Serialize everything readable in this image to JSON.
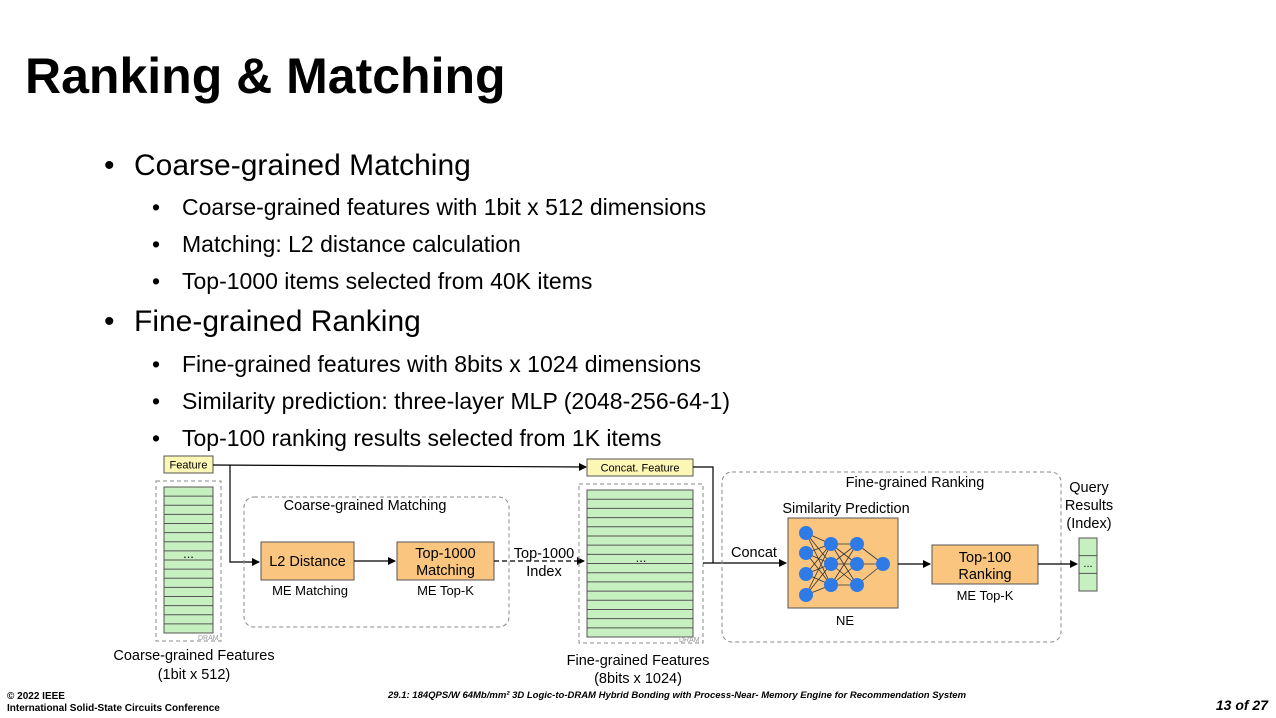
{
  "slide": {
    "title": "Ranking & Matching"
  },
  "bullets": [
    {
      "text": "Coarse-grained Matching",
      "sub": [
        "Coarse-grained features with 1bit x 512 dimensions",
        "Matching: L2 distance calculation",
        "Top-1000 items selected from 40K items"
      ]
    },
    {
      "text": "Fine-grained Ranking",
      "sub": [
        "Fine-grained features with 8bits x 1024 dimensions",
        "Similarity prediction: three-layer MLP (2048-256-64-1)",
        "Top-100 ranking results selected from 1K items"
      ]
    }
  ],
  "bullet_symbol": "•",
  "diagram": {
    "feature_box": "Feature",
    "concat_feature_box": "Concat. Feature",
    "coarse_group_title": "Coarse-grained Matching",
    "l2_box": "L2 Distance",
    "l2_sub": "ME Matching",
    "top1000_box_line1": "Top-1000",
    "top1000_box_line2": "Matching",
    "top1000_sub": "ME Top-K",
    "index_label_line1": "Top-1000",
    "index_label_line2": "Index",
    "concat_label": "Concat",
    "fine_group_title": "Fine-grained Ranking",
    "similarity_title": "Similarity Prediction",
    "ne_label": "NE",
    "top100_line1": "Top-100",
    "top100_line2": "Ranking",
    "top100_sub": "ME Top-K",
    "query_line1": "Query",
    "query_line2": "Results",
    "query_line3": "(Index)",
    "dram_tag": "DRAM",
    "ellipsis": "...",
    "coarse_features_line1": "Coarse-grained Features",
    "coarse_features_line2": "(1bit x 512)",
    "fine_features_line1": "Fine-grained Features",
    "fine_features_line2": "(8bits x 1024)"
  },
  "colors": {
    "green_fill": "#c6f0c0",
    "orange_fill": "#f9c57f",
    "yellow_fill": "#fdf7b6",
    "node_blue": "#2e7be8"
  },
  "footer": {
    "copyright": "© 2022 IEEE",
    "conference": "International Solid-State Circuits Conference",
    "paper": "29.1: 184QPS/W 64Mb/mm² 3D Logic-to-DRAM Hybrid Bonding with Process-Near- Memory Engine for Recommendation System",
    "page": "13 of 27"
  }
}
